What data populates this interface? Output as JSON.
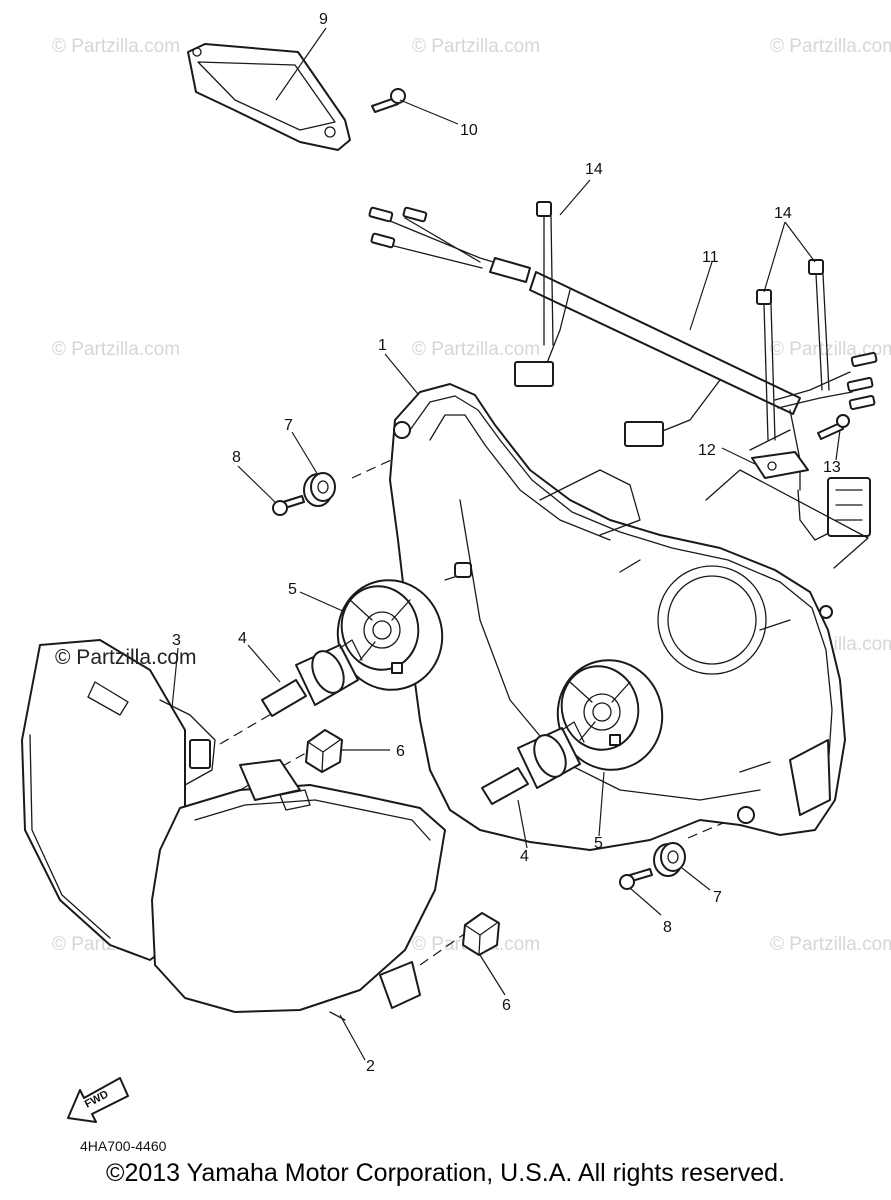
{
  "watermark": {
    "text": "© Partzilla.com",
    "dark_text": "© Partzilla.com"
  },
  "callouts": {
    "c1": "1",
    "c2": "2",
    "c3": "3",
    "c4a": "4",
    "c4b": "4",
    "c5a": "5",
    "c5b": "5",
    "c6a": "6",
    "c6b": "6",
    "c7a": "7",
    "c7b": "7",
    "c8a": "8",
    "c8b": "8",
    "c9": "9",
    "c10": "10",
    "c11": "11",
    "c12": "12",
    "c13": "13",
    "c14a": "14",
    "c14b": "14"
  },
  "fwd_label": "FWD",
  "drawing_code": "4HA700-4460",
  "copyright": "©2013 Yamaha Motor Corporation, U.S.A. All rights reserved."
}
